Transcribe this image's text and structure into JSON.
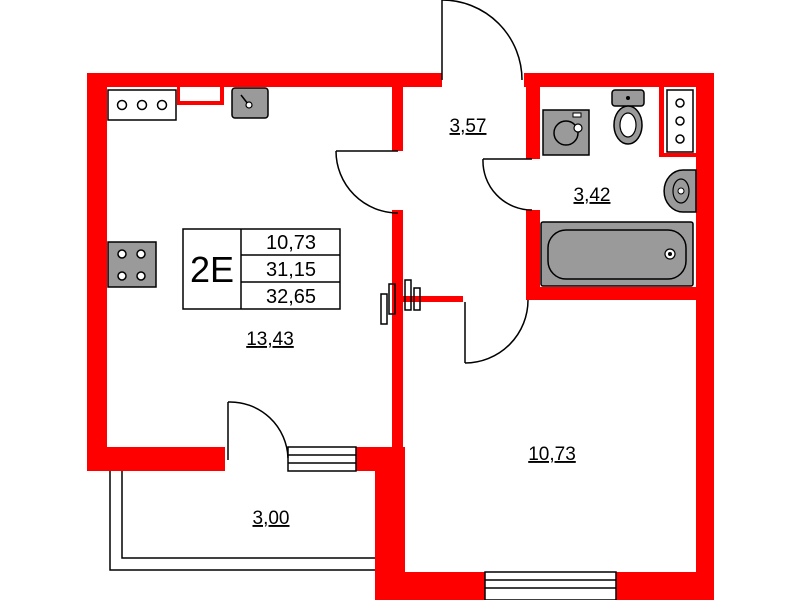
{
  "apartment": {
    "type": "2E",
    "areas": [
      "10,73",
      "31,15",
      "32,65"
    ]
  },
  "rooms": {
    "kitchen_living": "13,43",
    "hall": "3,57",
    "bathroom": "3,42",
    "bedroom": "10,73",
    "balcony": "3,00"
  },
  "colors": {
    "wall": "#ff0000",
    "fixture": "#9a9a9a"
  }
}
